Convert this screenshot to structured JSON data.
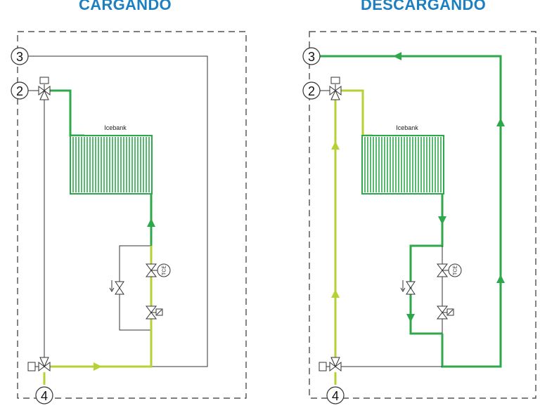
{
  "titles": {
    "left": "CARGANDO",
    "right": "DESCARGANDO"
  },
  "component_label": "Icebank",
  "temperature_controller_label": "TCE",
  "ports": {
    "p2": "2",
    "p3": "3",
    "p4": "4"
  },
  "colors": {
    "title": "#1e7fc0",
    "dark_green": "#2ea84a",
    "light_green": "#b4d234",
    "line": "#333333"
  }
}
